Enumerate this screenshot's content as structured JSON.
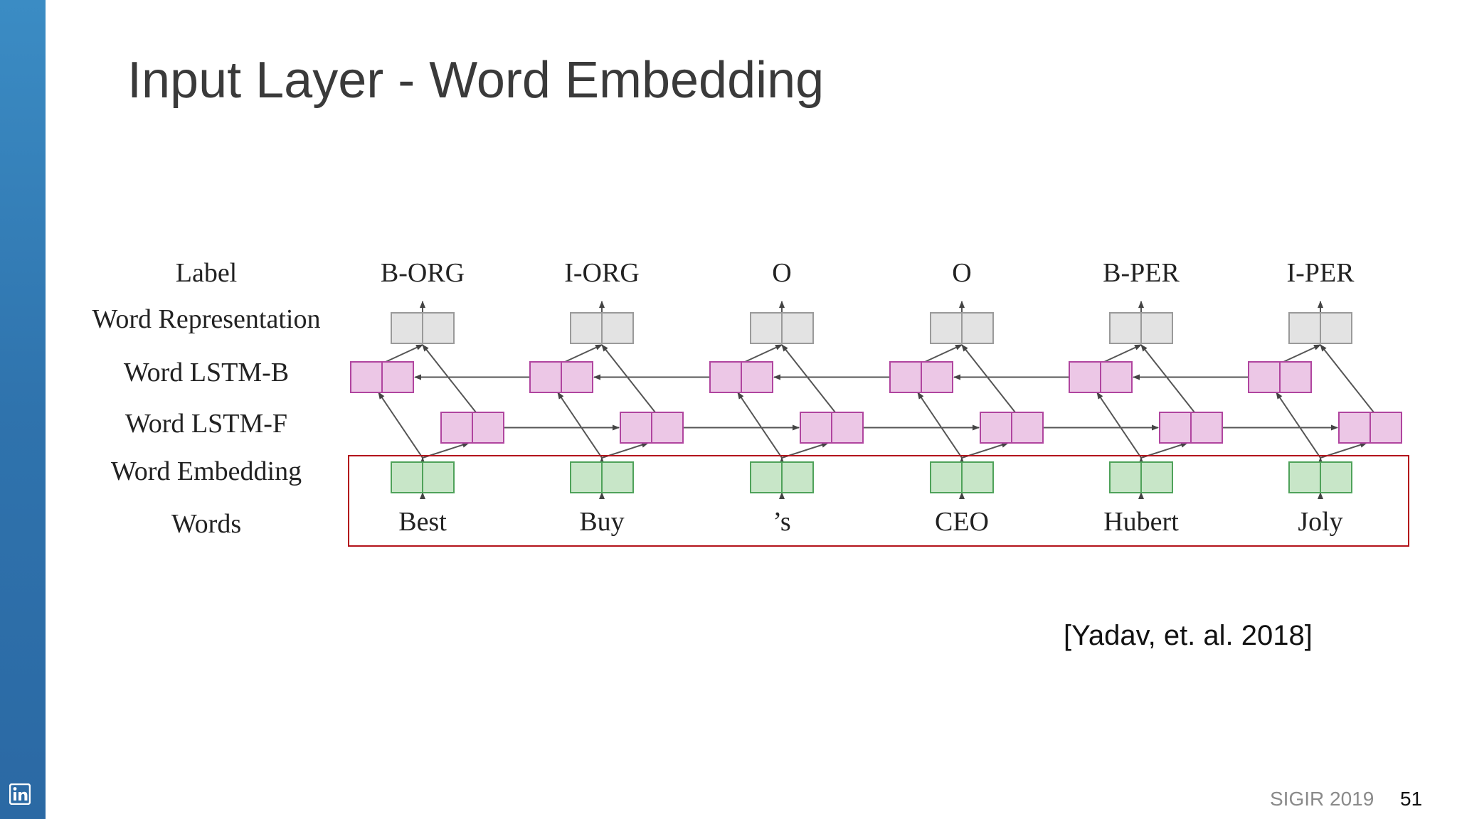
{
  "slide": {
    "title": "Input Layer - Word Embedding",
    "citation": "[Yadav, et. al. 2018]",
    "conference": "SIGIR 2019",
    "page_number": "51",
    "logo_icon": "linkedin-logo-icon"
  },
  "diagram": {
    "row_labels": [
      "Label",
      "Word Representation",
      "Word LSTM-B",
      "Word LSTM-F",
      "Word Embedding",
      "Words"
    ],
    "labels": [
      "B-ORG",
      "I-ORG",
      "O",
      "O",
      "B-PER",
      "I-PER"
    ],
    "words": [
      "Best",
      "Buy",
      "’s",
      "CEO",
      "Hubert",
      "Joly"
    ],
    "highlighted_rows": [
      "Word Embedding",
      "Words"
    ],
    "colors": {
      "representation_fill": "#e3e3e3",
      "representation_stroke": "#9a9a9a",
      "lstm_fill": "#ecc7e6",
      "lstm_stroke": "#b0459f",
      "embedding_fill": "#c8e6c8",
      "embedding_stroke": "#4fa25a",
      "highlight_stroke": "#b3121b",
      "sidebar": "#2f73ad"
    }
  }
}
